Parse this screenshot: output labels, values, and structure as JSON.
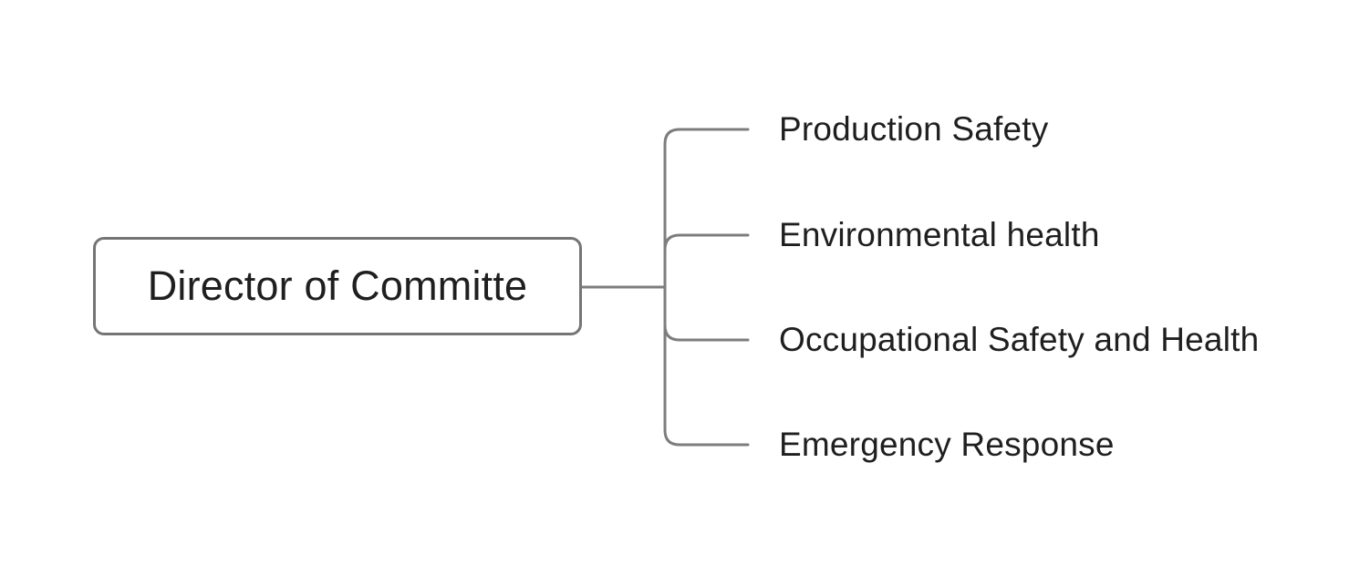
{
  "diagram": {
    "type": "mindmap",
    "root": {
      "label": "Director of Committe"
    },
    "branches": [
      {
        "label": "Production Safety"
      },
      {
        "label": "Environmental health"
      },
      {
        "label": "Occupational Safety and Health"
      },
      {
        "label": "Emergency Response"
      }
    ],
    "colors": {
      "line": "#7d7d7d",
      "node_border": "#757575",
      "text": "#1f1f1f",
      "background": "#ffffff"
    }
  }
}
